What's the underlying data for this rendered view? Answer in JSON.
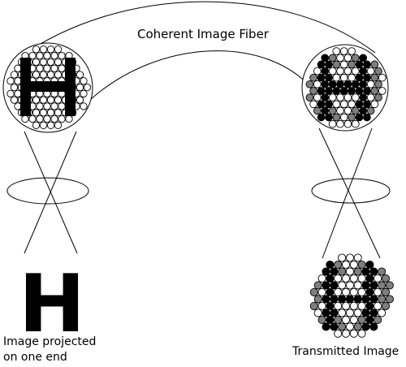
{
  "labels": {
    "fiber": "Coherent Image Fiber",
    "projected_line1": "Image projected",
    "projected_line2": "on one end",
    "transmitted": "Transmitted Image",
    "letter": "H"
  },
  "colors": {
    "ink": "#000000",
    "fiber_gray": "#7f7f7f",
    "background": "#ffffff"
  }
}
